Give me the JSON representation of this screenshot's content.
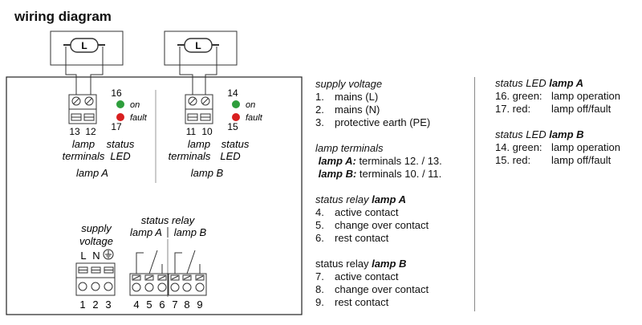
{
  "title": "wiring diagram",
  "lamp_a_unit": {
    "lamp_symbol": "L",
    "led_green_num": "16",
    "led_green_label": "on",
    "led_red_num": "17",
    "led_red_label": "fault",
    "terminal_nums": [
      "13",
      "12"
    ],
    "terminal_label_1": "lamp",
    "terminal_label_2": "terminals",
    "led_label_1": "status",
    "led_label_2": "LED",
    "caption": "lamp A"
  },
  "lamp_b_unit": {
    "lamp_symbol": "L",
    "led_green_num": "14",
    "led_green_label": "on",
    "led_red_num": "15",
    "led_red_label": "fault",
    "terminal_nums": [
      "11",
      "10"
    ],
    "terminal_label_1": "lamp",
    "terminal_label_2": "terminals",
    "led_label_1": "status",
    "led_label_2": "LED",
    "caption": "lamp B"
  },
  "supply_block": {
    "label_1": "supply",
    "label_2": "voltage",
    "pin_letters": [
      "L",
      "N"
    ],
    "pin_nums": [
      "1",
      "2",
      "3"
    ]
  },
  "relay_block": {
    "label": "status relay",
    "lamp_a": "lamp A",
    "lamp_b": "lamp B",
    "pin_nums": [
      "4",
      "5",
      "6",
      "7",
      "8",
      "9"
    ]
  },
  "legend_col1": {
    "supply_head": "supply voltage",
    "supply_items": [
      {
        "num": "1.",
        "text": "mains (L)"
      },
      {
        "num": "2.",
        "text": "mains (N)"
      },
      {
        "num": "3.",
        "text": "protective earth (PE)"
      }
    ],
    "terminals_head": "lamp terminals",
    "terminal_a_key": "lamp A:",
    "terminal_a_text": " terminals 12. / 13.",
    "terminal_b_key": "lamp B:",
    "terminal_b_text": " terminals 10. / 11.",
    "relay_a_head_pre": "status relay ",
    "relay_a_head_bold": "lamp A",
    "relay_a_items": [
      {
        "num": "4.",
        "text": "active contact"
      },
      {
        "num": "5.",
        "text": "change over contact"
      },
      {
        "num": "6.",
        "text": "rest contact"
      }
    ],
    "relay_b_head_pre": "status relay ",
    "relay_b_head_bold": "lamp B",
    "relay_b_items": [
      {
        "num": "7.",
        "text": "active contact"
      },
      {
        "num": "8.",
        "text": "change over contact"
      },
      {
        "num": "9.",
        "text": "rest contact"
      }
    ]
  },
  "legend_col2": {
    "led_a_head_pre": "status LED ",
    "led_a_head_bold": "lamp A",
    "led_a_items": [
      {
        "key": "16. green:",
        "text": "lamp operation"
      },
      {
        "key": "17. red:",
        "text": "lamp off/fault"
      }
    ],
    "led_b_head_pre": "status LED ",
    "led_b_head_bold": "lamp B",
    "led_b_items": [
      {
        "key": "14. green:",
        "text": "lamp operation"
      },
      {
        "key": "15. red:",
        "text": "lamp off/fault"
      }
    ]
  },
  "colors": {
    "led_green": "#2e9e3c",
    "led_red": "#d81f1f",
    "line": "#333333"
  }
}
